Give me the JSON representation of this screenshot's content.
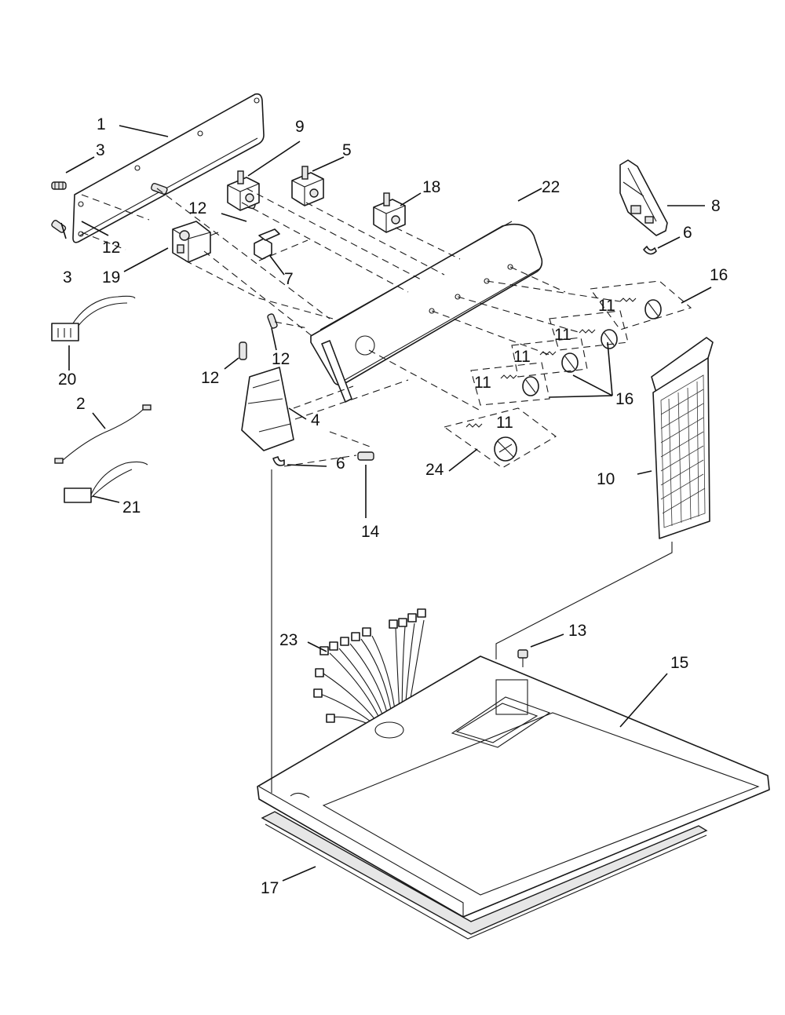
{
  "diagram": {
    "callouts": [
      {
        "id": "c1",
        "label": "1"
      },
      {
        "id": "c2",
        "label": "2"
      },
      {
        "id": "c3a",
        "label": "3"
      },
      {
        "id": "c3b",
        "label": "3"
      },
      {
        "id": "c4",
        "label": "4"
      },
      {
        "id": "c5",
        "label": "5"
      },
      {
        "id": "c6a",
        "label": "6"
      },
      {
        "id": "c6b",
        "label": "6"
      },
      {
        "id": "c7",
        "label": "7"
      },
      {
        "id": "c8",
        "label": "8"
      },
      {
        "id": "c9",
        "label": "9"
      },
      {
        "id": "c10",
        "label": "10"
      },
      {
        "id": "c11a",
        "label": "11"
      },
      {
        "id": "c11b",
        "label": "11"
      },
      {
        "id": "c11c",
        "label": "11"
      },
      {
        "id": "c11d",
        "label": "11"
      },
      {
        "id": "c11e",
        "label": "11"
      },
      {
        "id": "c12a",
        "label": "12"
      },
      {
        "id": "c12b",
        "label": "12"
      },
      {
        "id": "c12c",
        "label": "12"
      },
      {
        "id": "c12d",
        "label": "12"
      },
      {
        "id": "c13",
        "label": "13"
      },
      {
        "id": "c14",
        "label": "14"
      },
      {
        "id": "c15",
        "label": "15"
      },
      {
        "id": "c16a",
        "label": "16"
      },
      {
        "id": "c16b",
        "label": "16"
      },
      {
        "id": "c17",
        "label": "17"
      },
      {
        "id": "c18",
        "label": "18"
      },
      {
        "id": "c19",
        "label": "19"
      },
      {
        "id": "c20",
        "label": "20"
      },
      {
        "id": "c21",
        "label": "21"
      },
      {
        "id": "c22",
        "label": "22"
      },
      {
        "id": "c23",
        "label": "23"
      },
      {
        "id": "c24",
        "label": "24"
      }
    ]
  }
}
